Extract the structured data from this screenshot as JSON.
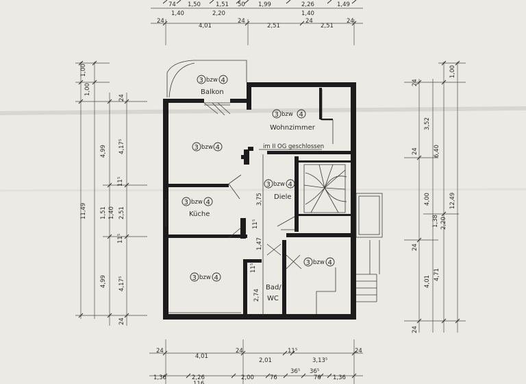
{
  "rooms": [
    {
      "id": "balkon",
      "num": "3",
      "bzw": "bzw",
      "num2": "4",
      "name": "Balkon"
    },
    {
      "id": "wohnzimmer",
      "num": "3",
      "bzw": "bzw",
      "num2": "4",
      "name": "Wohnzimmer"
    },
    {
      "id": "room-left-upper",
      "num": "3",
      "bzw": "bzw",
      "num2": "4",
      "name": ""
    },
    {
      "id": "diele",
      "num": "3",
      "bzw": "bzw",
      "num2": "4",
      "name": "Diele"
    },
    {
      "id": "kueche",
      "num": "3",
      "bzw": "bzw",
      "num2": "4",
      "name": "Küche"
    },
    {
      "id": "room-left-lower",
      "num": "3",
      "bzw": "bzw",
      "num2": "4",
      "name": ""
    },
    {
      "id": "room-right-lower",
      "num": "3",
      "bzw": "bzw",
      "num2": "4",
      "name": ""
    }
  ],
  "labels": {
    "closed_note": "im II OG geschlossen",
    "bad_wc_1": "Bad/",
    "bad_wc_2": "WC"
  },
  "dims": {
    "top_row1": [
      "74",
      "1,50",
      "1,51",
      "50",
      "1,99",
      "2,26",
      "1,49"
    ],
    "top_row2": [
      "1,40",
      "2,20",
      "1,40"
    ],
    "top_row3": [
      "24",
      "4,01",
      "24",
      "2,51",
      "24",
      "2,51",
      "24"
    ],
    "left_outer": [
      "1,00",
      "1,00",
      "11,49"
    ],
    "left_inner": [
      "24",
      "4,99",
      "4,17⁵",
      "11⁵",
      "1,51",
      "1,40",
      "2,51",
      "11⁵",
      "4,99",
      "4,17⁵",
      "24"
    ],
    "right_inner": [
      "24",
      "3,52",
      "24",
      "4,00",
      "1,38",
      "24",
      "4,01",
      "24"
    ],
    "right_outer": [
      "1,00",
      "6,40",
      "2,20",
      "12,49",
      "4,71"
    ],
    "interior": [
      "3,75",
      "1,47",
      "11⁵",
      "2,74",
      "11⁵"
    ],
    "bottom_row1": [
      "24",
      "4,01",
      "24",
      "2,01",
      "11⁵",
      "3,13⁵",
      "24"
    ],
    "bottom_row2": [
      "1,36",
      "2,26",
      "2,00",
      "76",
      "36⁵",
      "36⁵",
      "76",
      "1,36"
    ],
    "bottom_row3": [
      "116"
    ]
  }
}
